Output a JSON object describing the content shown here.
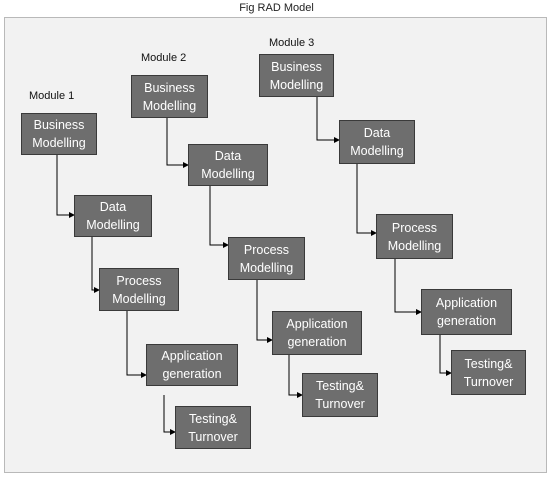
{
  "title": "Fig RAD Model",
  "modules": [
    {
      "label": "Module 1",
      "steps": [
        "Business\nModelling",
        "Data\nModelling",
        "Process\nModelling",
        "Application\ngeneration",
        "Testing&\nTurnover"
      ]
    },
    {
      "label": "Module 2",
      "steps": [
        "Business\nModelling",
        "Data\nModelling",
        "Process\nModelling",
        "Application\ngeneration",
        "Testing&\nTurnover"
      ]
    },
    {
      "label": "Module 3",
      "steps": [
        "Business\nModelling",
        "Data\nModelling",
        "Process\nModelling",
        "Application\ngeneration",
        "Testing&\nTurnover"
      ]
    }
  ],
  "colors": {
    "box_fill": "#6e6e6e",
    "box_text": "#ffffff",
    "connector": "#000000",
    "background": "#f2f2f2"
  }
}
